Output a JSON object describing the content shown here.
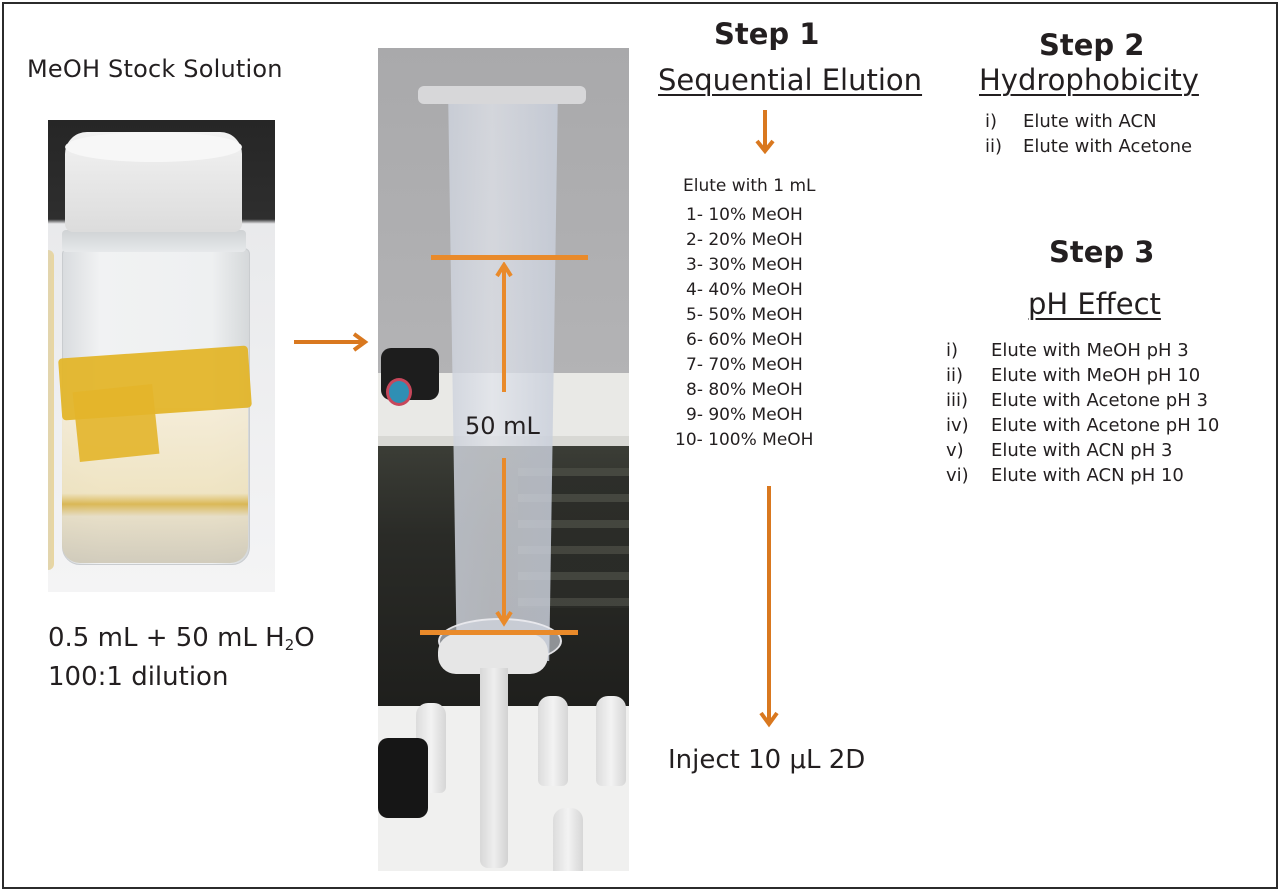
{
  "colors": {
    "accent_arrow": "#d9781f",
    "annotation_line": "#e98a2a",
    "text": "#231f20",
    "frame": "#2b2b2b"
  },
  "left_panel": {
    "title": "MeOH Stock Solution",
    "photo_description": "vial of yellowish MeOH stock solution with tape label",
    "dilution_line1_pre": "0.5 mL + 50 mL H",
    "dilution_line1_sub": "2",
    "dilution_line1_post": "O",
    "dilution_line2": "100:1 dilution",
    "arrow_icon": "arrow-right-icon"
  },
  "center_panel": {
    "photo_description": "SPE column reservoir mounted on vacuum manifold",
    "volume_label": "50 mL",
    "annotation_icons": [
      "double-arrow-icon",
      "level-line-top",
      "level-line-bottom"
    ]
  },
  "step1": {
    "title": "Step 1",
    "subtitle": "Sequential Elution",
    "arrow_icon": "arrow-down-icon",
    "list_header": "Elute with 1 mL",
    "items": [
      "1- 10% MeOH",
      "2- 20% MeOH",
      "3- 30% MeOH",
      "4- 40% MeOH",
      "5- 50% MeOH",
      "6- 60% MeOH",
      "7- 70% MeOH",
      "8- 80% MeOH",
      "9- 90% MeOH",
      "10- 100% MeOH"
    ],
    "result": "Inject 10 μL 2D"
  },
  "step2": {
    "title": "Step 2",
    "subtitle": "Hydrophobicity",
    "items": [
      {
        "num": "i)",
        "text": "Elute with ACN"
      },
      {
        "num": "ii)",
        "text": "Elute with Acetone"
      }
    ]
  },
  "step3": {
    "title": "Step 3",
    "subtitle": "pH Effect",
    "items": [
      {
        "num": "i)",
        "text": "Elute with MeOH pH 3"
      },
      {
        "num": "ii)",
        "text": "Elute with MeOH pH 10"
      },
      {
        "num": "iii)",
        "text": "Elute with Acetone pH 3"
      },
      {
        "num": "iv)",
        "text": "Elute with Acetone pH 10"
      },
      {
        "num": "v)",
        "text": "Elute with ACN pH 3"
      },
      {
        "num": "vi)",
        "text": "Elute with ACN pH 10"
      }
    ]
  }
}
